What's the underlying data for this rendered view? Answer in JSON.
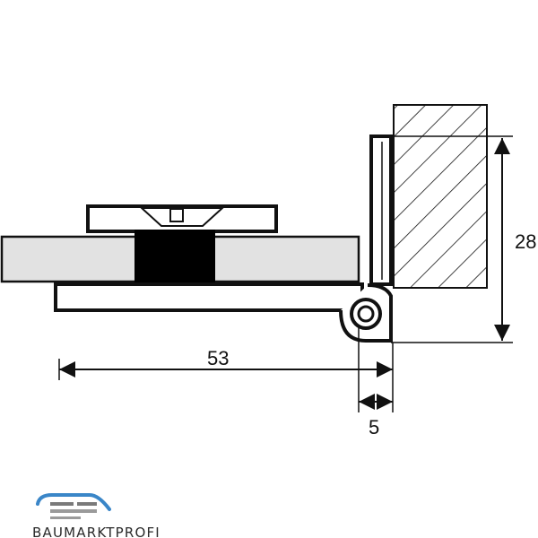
{
  "dimensions": {
    "width_label": "53",
    "height_label": "28",
    "offset_label": "5"
  },
  "logo": {
    "text": "BAUMARKTPROFI"
  },
  "colors": {
    "line": "#111111",
    "panel_fill": "#e2e2e2",
    "core_fill": "#000000",
    "logo_accent": "#3a86c8",
    "logo_text": "#2a2a2a"
  }
}
